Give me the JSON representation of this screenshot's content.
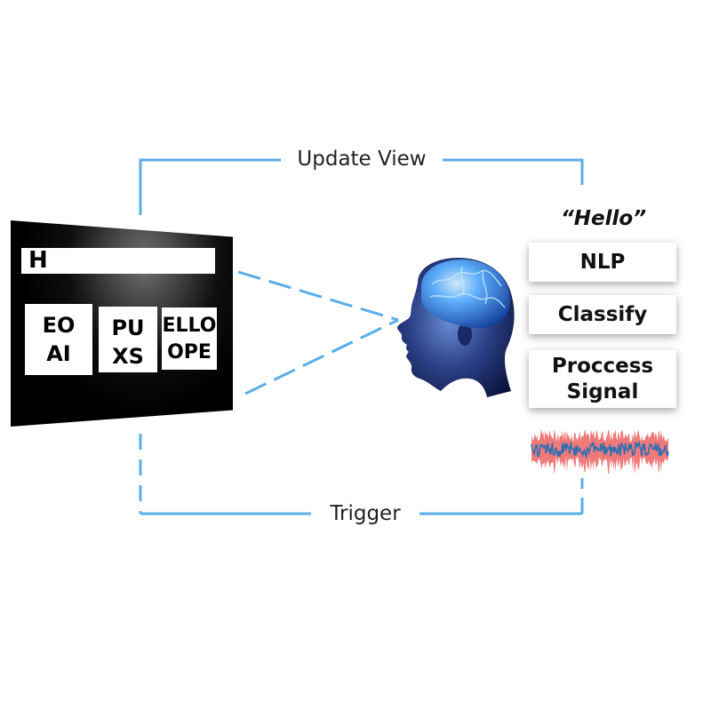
{
  "flow": {
    "top_label": "Update View",
    "bottom_label": "Trigger"
  },
  "screen": {
    "search_text": "H",
    "tiles": [
      {
        "line1": "EO",
        "line2": "AI"
      },
      {
        "line1": "PU",
        "line2": "XS"
      },
      {
        "line1": "ELLO",
        "line2": "OPE"
      }
    ]
  },
  "output_word": "“Hello”",
  "pipeline": {
    "nlp": "NLP",
    "classify": "Classify",
    "process_line1": "Proccess",
    "process_line2": "Signal"
  },
  "colors": {
    "connector": "#5aaee8",
    "signal_red": "#f07a7a",
    "signal_blue": "#2c6fb3"
  }
}
